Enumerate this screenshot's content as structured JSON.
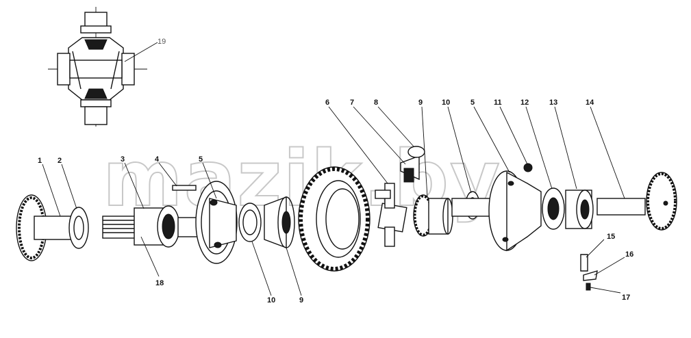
{
  "watermark": "mazik.by",
  "callouts": [
    {
      "id": "c1",
      "text": "1"
    },
    {
      "id": "c2",
      "text": "2"
    },
    {
      "id": "c3",
      "text": "3"
    },
    {
      "id": "c4",
      "text": "4"
    },
    {
      "id": "c5a",
      "text": "5"
    },
    {
      "id": "c6",
      "text": "6"
    },
    {
      "id": "c7",
      "text": "7"
    },
    {
      "id": "c8",
      "text": "8"
    },
    {
      "id": "c9a",
      "text": "9"
    },
    {
      "id": "c10a",
      "text": "10"
    },
    {
      "id": "c5b",
      "text": "5"
    },
    {
      "id": "c11",
      "text": "11"
    },
    {
      "id": "c12",
      "text": "12"
    },
    {
      "id": "c13",
      "text": "13"
    },
    {
      "id": "c14",
      "text": "14"
    },
    {
      "id": "c15",
      "text": "15"
    },
    {
      "id": "c16",
      "text": "16"
    },
    {
      "id": "c17",
      "text": "17"
    },
    {
      "id": "c18",
      "text": "18"
    },
    {
      "id": "c10b",
      "text": "10"
    },
    {
      "id": "c9b",
      "text": "9"
    },
    {
      "id": "c19",
      "text": "19"
    }
  ]
}
